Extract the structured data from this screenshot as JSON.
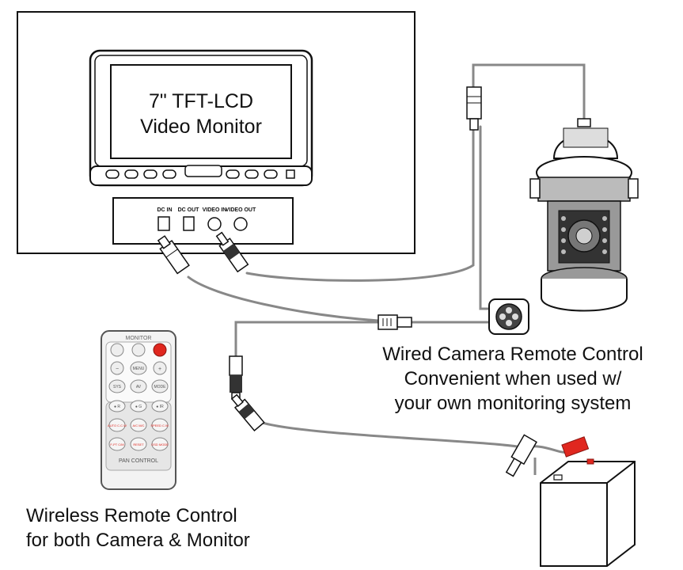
{
  "monitor": {
    "screen_line1": "7\" TFT-LCD",
    "screen_line2": "Video Monitor",
    "port_labels": [
      "DC IN",
      "DC OUT",
      "VIDEO IN",
      "VIDEO OUT"
    ]
  },
  "remote": {
    "header": "MONITOR",
    "row1": [
      "",
      "",
      ""
    ],
    "row2": [
      "−",
      "MENU",
      "+"
    ],
    "row3": [
      "SYS",
      "AV",
      "MODE"
    ],
    "row4": [
      "● R",
      "● G",
      "● IR"
    ],
    "row5": [
      "AUTO C.C.W",
      "A/C M/C",
      "SPEED C.W."
    ],
    "row6": [
      "F-PT C/M",
      "RESET",
      "OSD MODE"
    ],
    "footer": "PAN CONTROL"
  },
  "captions": {
    "wired_line1": "Wired Camera Remote Control",
    "wired_line2": "Convenient when used w/",
    "wired_line3": "your own monitoring system",
    "wireless_line1": "Wireless Remote Control",
    "wireless_line2": "for both Camera & Monitor"
  },
  "colors": {
    "line": "#111111",
    "cable": "#999999",
    "accent_red": "#e0271f"
  }
}
